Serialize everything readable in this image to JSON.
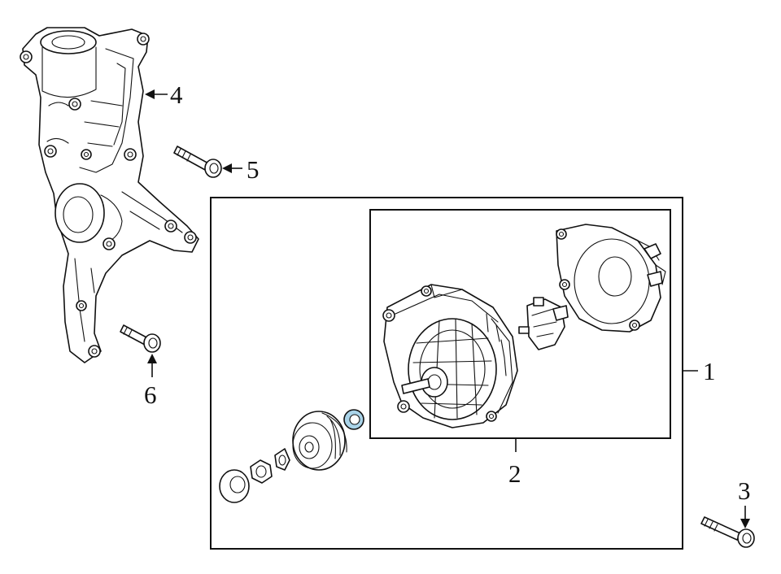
{
  "callouts": {
    "c1": "1",
    "c2": "2",
    "c3": "3",
    "c4": "4",
    "c5": "5",
    "c6": "6"
  },
  "colors": {
    "line": "#111111",
    "background": "#ffffff",
    "highlight": "#a9d3e8"
  }
}
